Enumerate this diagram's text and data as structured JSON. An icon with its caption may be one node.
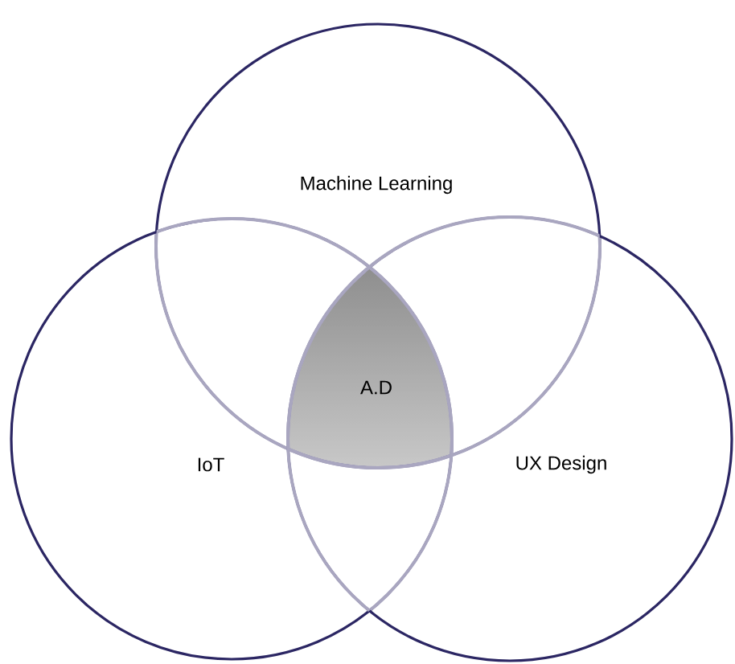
{
  "diagram": {
    "nodes": [
      {
        "text": [
          "Machine Learning"
        ]
      },
      {
        "text": [
          "IoT"
        ]
      },
      {
        "text": [
          "UX Design"
        ]
      },
      {
        "text": [
          "A.D"
        ]
      }
    ]
  }
}
